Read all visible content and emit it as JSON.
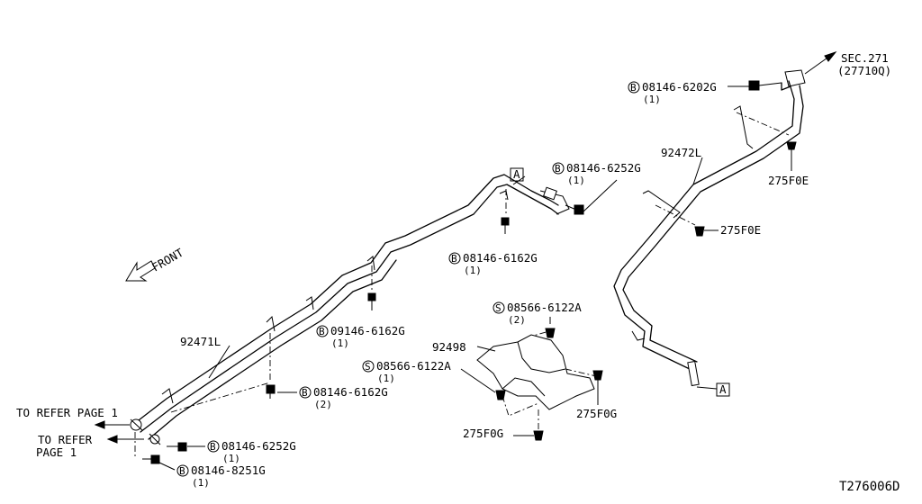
{
  "drawing_id": "T276006D",
  "front_label": "FRONT",
  "ref_left_1": "TO REFER PAGE 1",
  "ref_left_2a": "TO REFER",
  "ref_left_2b": "PAGE 1",
  "sec_ref": "SEC.271",
  "sec_ref_sub": "(27710Q)",
  "view_marker": "A",
  "pipes": {
    "front": "92471L",
    "rear": "92472L",
    "bracket": "92498"
  },
  "fasteners": [
    {
      "id": "f1",
      "symbol": "B",
      "part": "08146-6202G",
      "qty": "(1)"
    },
    {
      "id": "f2",
      "symbol": "B",
      "part": "08146-6252G",
      "qty": "(1)"
    },
    {
      "id": "f3",
      "symbol": "B",
      "part": "08146-6162G",
      "qty": "(1)"
    },
    {
      "id": "f4",
      "symbol": "B",
      "part": "09146-6162G",
      "qty": "(1)"
    },
    {
      "id": "f5",
      "symbol": "B",
      "part": "08146-6162G",
      "qty": "(2)"
    },
    {
      "id": "f6",
      "symbol": "S",
      "part": "08566-6122A",
      "qty": "(2)"
    },
    {
      "id": "f7",
      "symbol": "S",
      "part": "08566-6122A",
      "qty": "(1)"
    },
    {
      "id": "f8",
      "symbol": "B",
      "part": "08146-6252G",
      "qty": "(1)"
    },
    {
      "id": "f9",
      "symbol": "B",
      "part": "08146-8251G",
      "qty": "(1)"
    }
  ],
  "clips": {
    "c1": "275F0E",
    "c2": "275F0E",
    "c3": "275F0G",
    "c4": "275F0G"
  }
}
